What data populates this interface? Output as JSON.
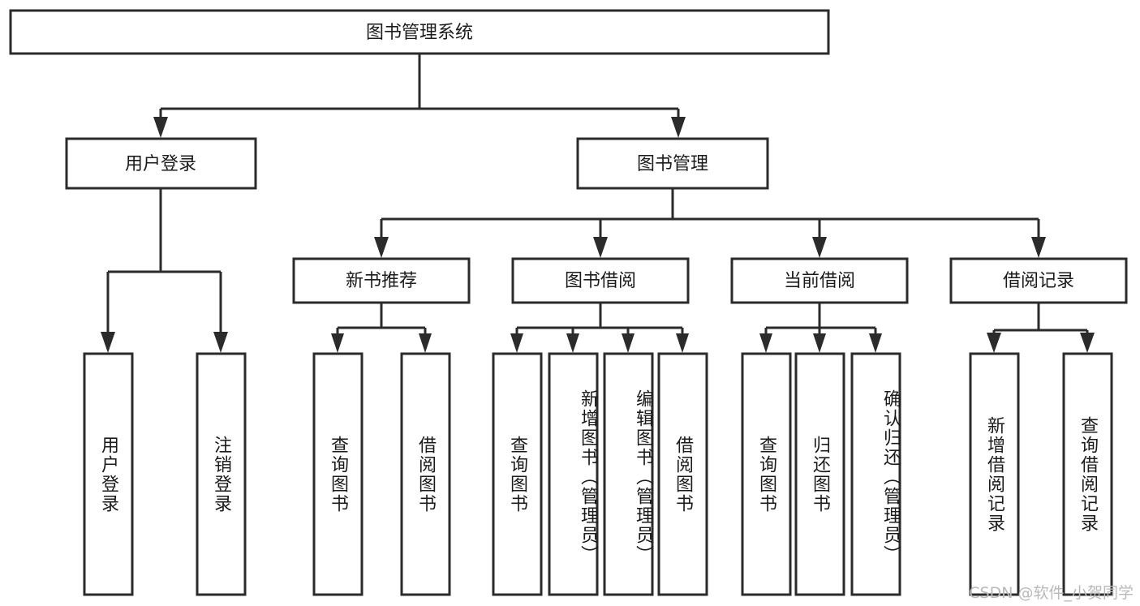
{
  "diagram": {
    "title": "图书管理系统",
    "type": "hierarchy-tree",
    "watermark": "CSDN @软件_小贺同学",
    "colors": {
      "box_stroke": "#2b2b2b",
      "box_fill": "#ffffff",
      "text": "#1b1b1b",
      "connector": "#2b2b2b",
      "watermark": "#b9b9b9",
      "background": "#ffffff"
    },
    "levels": {
      "root": {
        "label": "图书管理系统"
      },
      "level2": [
        {
          "id": "user-login",
          "label": "用户登录"
        },
        {
          "id": "book-management",
          "label": "图书管理"
        }
      ],
      "level3": [
        {
          "id": "new-book-recommend",
          "label": "新书推荐",
          "parent": "book-management"
        },
        {
          "id": "book-borrow",
          "label": "图书借阅",
          "parent": "book-management"
        },
        {
          "id": "current-borrow",
          "label": "当前借阅",
          "parent": "book-management"
        },
        {
          "id": "borrow-record",
          "label": "借阅记录",
          "parent": "book-management"
        }
      ],
      "leaves": [
        {
          "id": "leaf-user-login",
          "label": "用户登录",
          "parent": "user-login"
        },
        {
          "id": "leaf-user-logout",
          "label": "注销登录",
          "parent": "user-login"
        },
        {
          "id": "leaf-query-book-1",
          "label": "查询图书",
          "parent": "new-book-recommend"
        },
        {
          "id": "leaf-borrow-book-1",
          "label": "借阅图书",
          "parent": "new-book-recommend"
        },
        {
          "id": "leaf-query-book-2",
          "label": "查询图书",
          "parent": "book-borrow"
        },
        {
          "id": "leaf-add-book",
          "label": "新增图书（管理员）",
          "parent": "book-borrow"
        },
        {
          "id": "leaf-edit-book",
          "label": "编辑图书（管理员）",
          "parent": "book-borrow"
        },
        {
          "id": "leaf-borrow-book-2",
          "label": "借阅图书",
          "parent": "book-borrow"
        },
        {
          "id": "leaf-query-book-3",
          "label": "查询图书",
          "parent": "current-borrow"
        },
        {
          "id": "leaf-return-book",
          "label": "归还图书",
          "parent": "current-borrow"
        },
        {
          "id": "leaf-confirm-return",
          "label": "确认归还（管理员）",
          "parent": "current-borrow"
        },
        {
          "id": "leaf-add-record",
          "label": "新增借阅记录",
          "parent": "borrow-record"
        },
        {
          "id": "leaf-query-record",
          "label": "查询借阅记录",
          "parent": "borrow-record"
        }
      ]
    }
  }
}
